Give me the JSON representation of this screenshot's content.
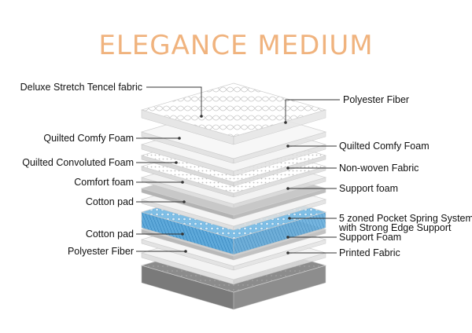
{
  "title": "ELEGANCE MEDIUM",
  "colors": {
    "title": "#f0b37e",
    "spring": "#7fbfe6",
    "base": "#8c8c8c",
    "leader": "#333333"
  },
  "labels_left": [
    "Deluxe Stretch Tencel fabric",
    "Quilted Comfy Foam",
    "Quilted Convoluted Foam",
    "Comfort foam",
    "Cotton pad",
    "Cotton pad",
    "Polyester Fiber"
  ],
  "labels_right": [
    "Polyester Fiber",
    "Quilted Comfy Foam",
    "Non-woven Fabric",
    "Support foam",
    "5 zoned Pocket Spring System",
    "with Strong Edge Support",
    "Support Foam",
    "Printed Fabric"
  ]
}
